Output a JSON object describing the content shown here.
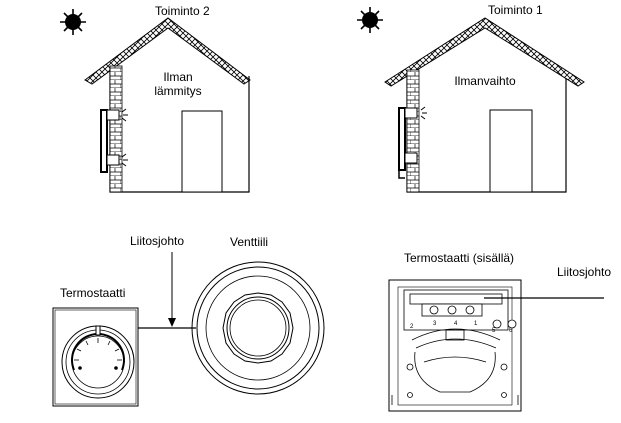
{
  "house_left": {
    "caption": "Toiminto 2",
    "inner_text_line1": "Ilman",
    "inner_text_line2": "lämmitys"
  },
  "house_right": {
    "caption": "Toiminto 1",
    "inner_text": "Ilmanvaihto"
  },
  "labels": {
    "cable": "Liitosjohto",
    "valve": "Venttiili",
    "thermostat": "Termostaatti",
    "thermostat_inside": "Termostaatti (sisällä)",
    "cable_right": "Liitosjohto"
  },
  "terminal_numbers": [
    "3",
    "4",
    "1",
    "5",
    "6",
    "2"
  ],
  "colors": {
    "line": "#000000",
    "roof_fill": "#ffffff"
  }
}
